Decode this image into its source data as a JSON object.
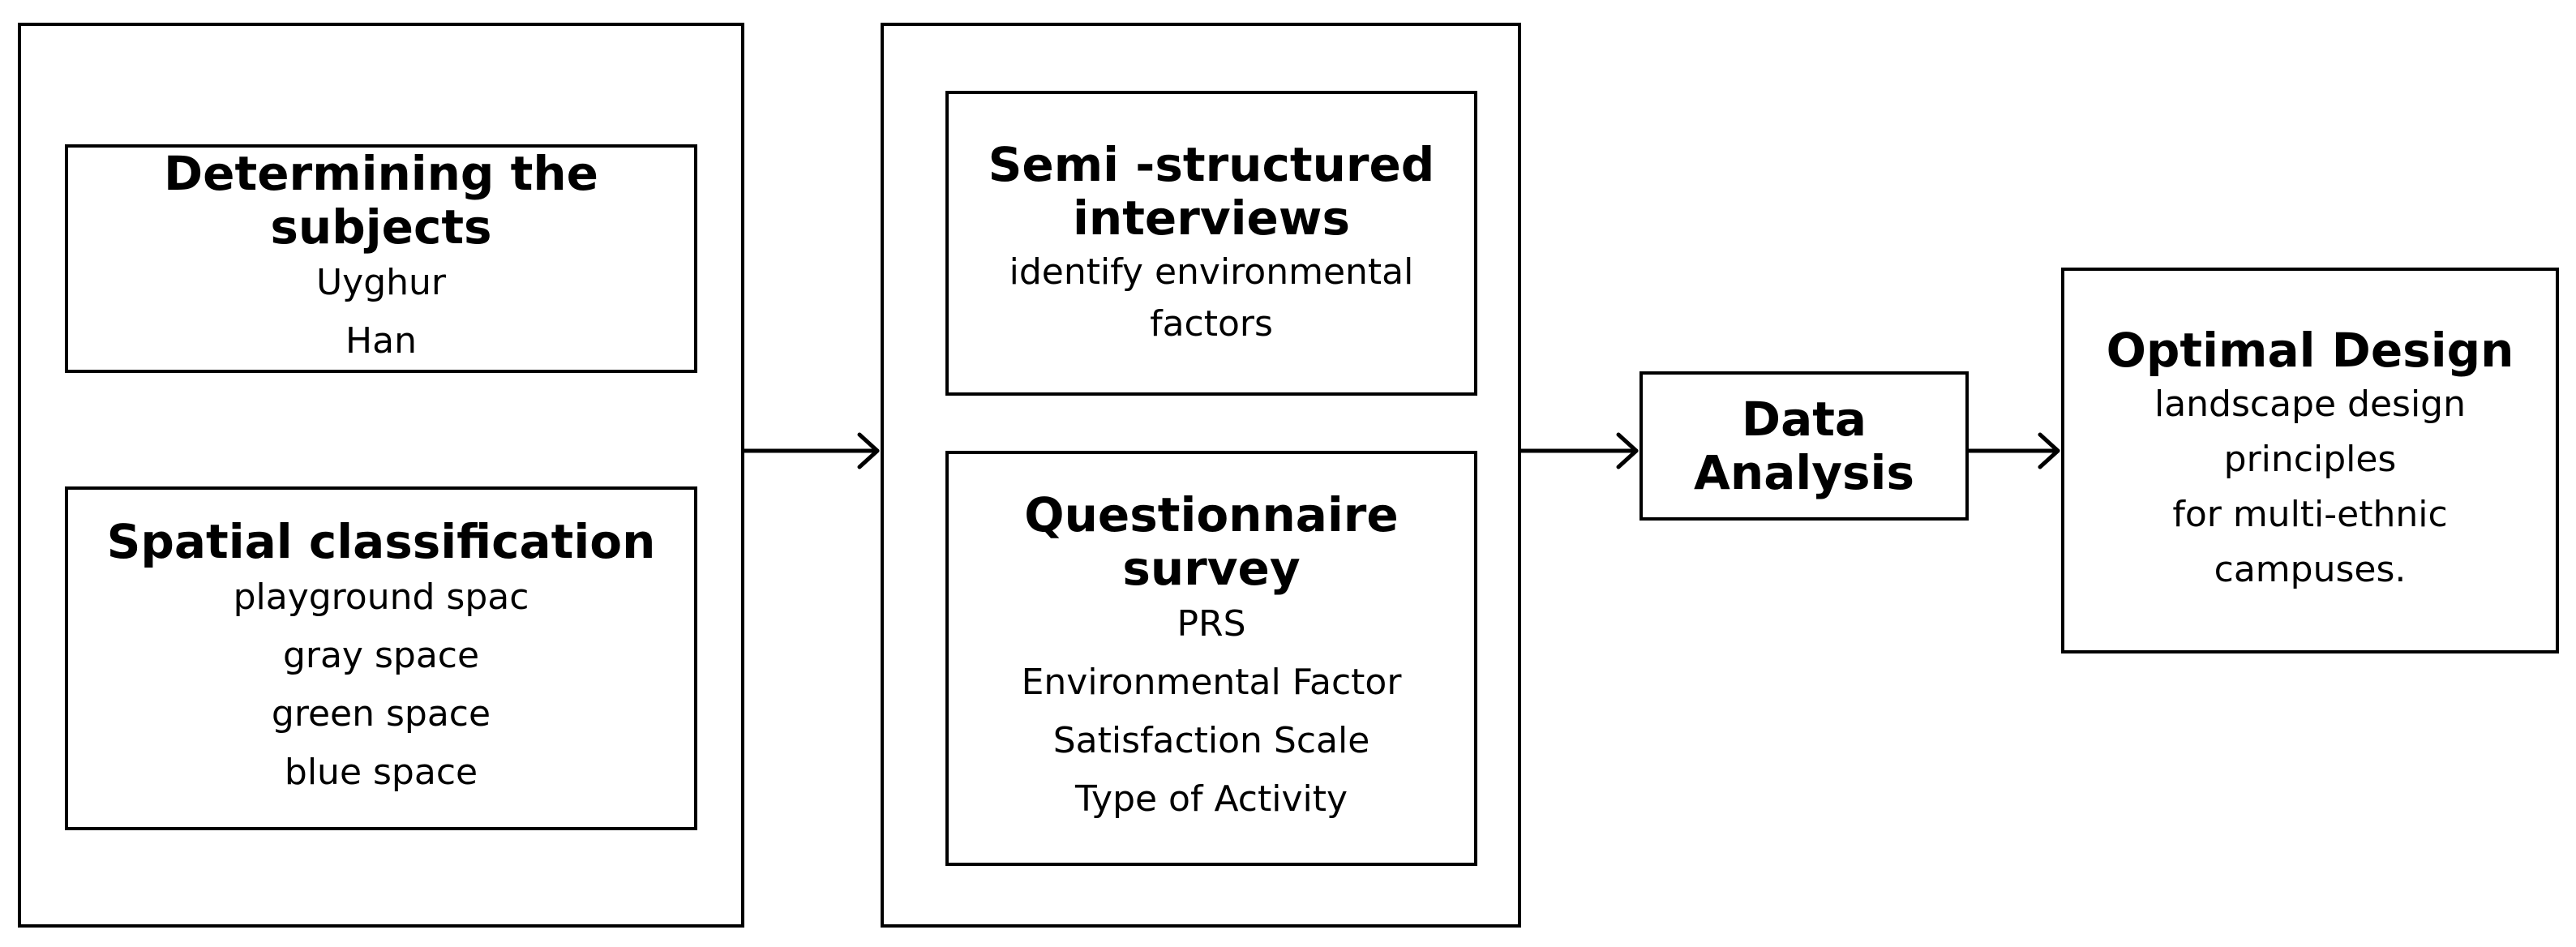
{
  "subjects": {
    "title": "Determining the subjects",
    "items": [
      "Uyghur",
      "Han"
    ]
  },
  "spatial": {
    "title": "Spatial classification",
    "items": [
      "playground spac",
      "gray space",
      "green space",
      "blue space"
    ]
  },
  "interviews": {
    "title_line1": "Semi -structured",
    "title_line2": "interviews",
    "items": [
      "identify environmental",
      "factors"
    ]
  },
  "questionnaire": {
    "title_line1": "Questionnaire",
    "title_line2": "survey",
    "items": [
      "PRS",
      "Environmental Factor",
      "Satisfaction Scale",
      "Type of Activity"
    ]
  },
  "analysis": {
    "title_line1": "Data",
    "title_line2": "Analysis"
  },
  "design": {
    "title": "Optimal Design",
    "items": [
      "landscape design",
      "principles",
      "for multi-ethnic",
      "campuses."
    ]
  }
}
